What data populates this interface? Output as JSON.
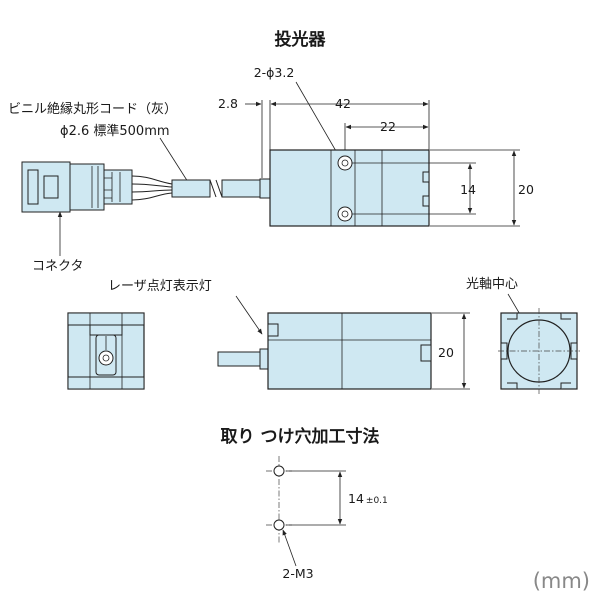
{
  "titles": {
    "main": "投光器",
    "mounting": "取り つけ穴加工寸法"
  },
  "labels": {
    "cable_line1": "ビニル絶縁丸形コード（灰）",
    "cable_line2": "ϕ2.6  標準500mm",
    "connector": "コネクタ",
    "laser_lamp": "レーザ点灯表示灯",
    "optical_center": "光軸中心",
    "hole_spec": "2-ϕ3.2",
    "tap_spec": "2-M3",
    "unit": "(mm)"
  },
  "dimensions": {
    "d_2_8": "2.8",
    "d_42": "42",
    "d_22": "22",
    "d_14": "14",
    "d_20_top": "20",
    "d_20_side": "20",
    "d_14_mount": "14",
    "d_14_mount_tol": "±0.1"
  }
}
